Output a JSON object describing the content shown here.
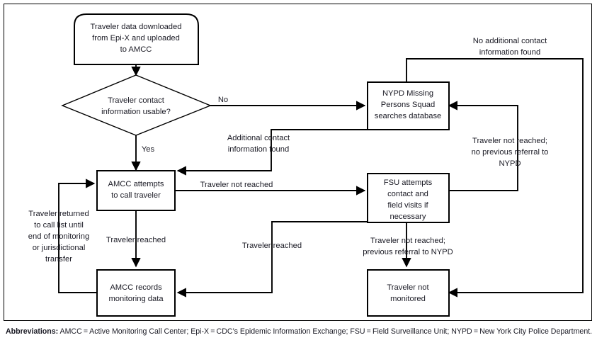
{
  "figure": {
    "nodes": {
      "start": {
        "id": "start",
        "shape": "rounded-top-box",
        "lines": [
          "Traveler data downloaded",
          "from Epi-X and uploaded",
          "to AMCC"
        ]
      },
      "decision": {
        "id": "decision",
        "shape": "diamond",
        "lines": [
          "Traveler contact",
          "information usable?"
        ]
      },
      "amcc_attempts": {
        "id": "amcc_attempts",
        "shape": "box",
        "lines": [
          "AMCC attempts",
          "to call traveler"
        ]
      },
      "amcc_records": {
        "id": "amcc_records",
        "shape": "box",
        "lines": [
          "AMCC records",
          "monitoring data"
        ]
      },
      "nypd": {
        "id": "nypd",
        "shape": "box",
        "lines": [
          "NYPD Missing",
          "Persons Squad",
          "searches database"
        ]
      },
      "fsu": {
        "id": "fsu",
        "shape": "box",
        "lines": [
          "FSU attempts",
          "contact and",
          "field visits if",
          "necessary"
        ]
      },
      "not_monitored": {
        "id": "not_monitored",
        "shape": "box",
        "lines": [
          "Traveler not",
          "monitored"
        ]
      }
    },
    "edge_labels": {
      "no": {
        "lines": [
          "No"
        ]
      },
      "yes": {
        "lines": [
          "Yes"
        ]
      },
      "no_additional_contact": {
        "lines": [
          "No additional contact",
          "information found"
        ]
      },
      "additional_contact": {
        "lines": [
          "Additional contact",
          "information found"
        ]
      },
      "traveler_not_reached": {
        "lines": [
          "Traveler not reached"
        ]
      },
      "not_reached_no_referral": {
        "lines": [
          "Traveler not reached;",
          "no previous referral to",
          "NYPD"
        ]
      },
      "not_reached_previous_referral": {
        "lines": [
          "Traveler not reached;",
          "previous referral to NYPD"
        ]
      },
      "traveler_reached_left": {
        "lines": [
          "Traveler reached"
        ]
      },
      "traveler_reached_mid": {
        "lines": [
          "Traveler reached"
        ]
      },
      "traveler_returned": {
        "lines": [
          "Traveler returned",
          "to call list until",
          "end of monitoring",
          "or jurisdictional",
          "transfer"
        ]
      }
    },
    "colors": {
      "stroke": "#000000",
      "text": "#1a1a24",
      "background": "#ffffff"
    }
  },
  "footnote": {
    "label": "Abbreviations:",
    "text": " AMCC = Active Monitoring Call Center; Epi-X = CDC’s Epidemic Information Exchange; FSU = Field Surveillance Unit; NYPD = New York City Police Department."
  }
}
